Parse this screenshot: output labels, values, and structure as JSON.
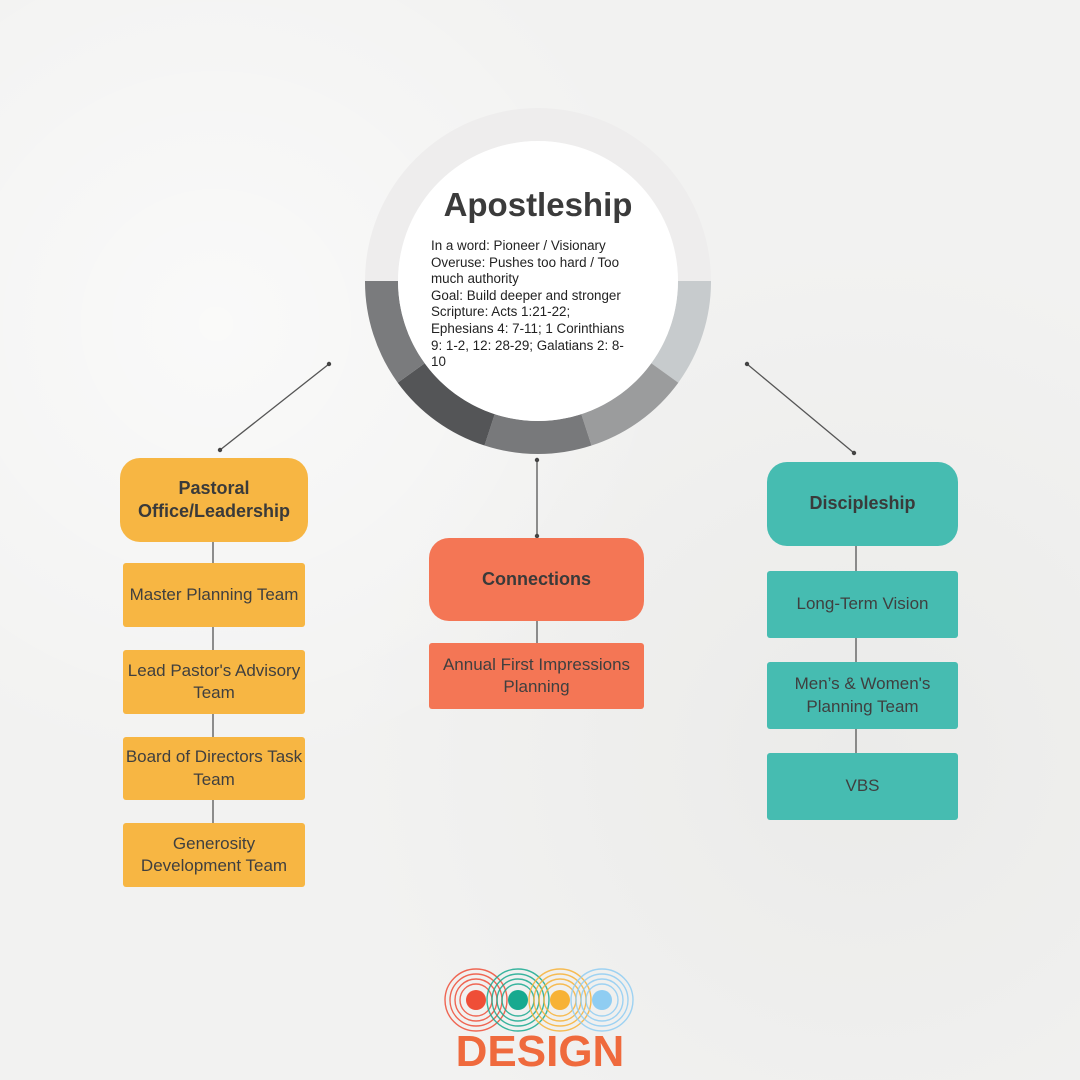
{
  "hub": {
    "title": "Apostleship",
    "lines": [
      "In a word: Pioneer / Visionary",
      "Overuse: Pushes too hard / Too",
      "much authority",
      "Goal: Build deeper and stronger",
      "Scripture: Acts 1:21-22;",
      "Ephesians 4: 7-11; 1 Corinthians",
      "9: 1-2, 12: 28-29; Galatians 2: 8-",
      "10"
    ]
  },
  "branches": [
    {
      "title": "Pastoral Office/Leadership",
      "color": "#f7b643",
      "items": [
        "Master Planning Team",
        "Lead Pastor's Advisory Team",
        "Board of Directors Task Team",
        "Generosity Development Team"
      ]
    },
    {
      "title": "Connections",
      "color": "#f47655",
      "items": [
        "Annual First Impressions Planning"
      ]
    },
    {
      "title": "Discipleship",
      "color": "#46bcb1",
      "items": [
        "Long-Term Vision",
        "Men’s & Women's Planning Team",
        "VBS"
      ]
    }
  ],
  "logo": {
    "word": "DESIGN",
    "dot_colors": [
      "#ef4e37",
      "#17a98f",
      "#f7b236",
      "#8fcdf2"
    ]
  }
}
